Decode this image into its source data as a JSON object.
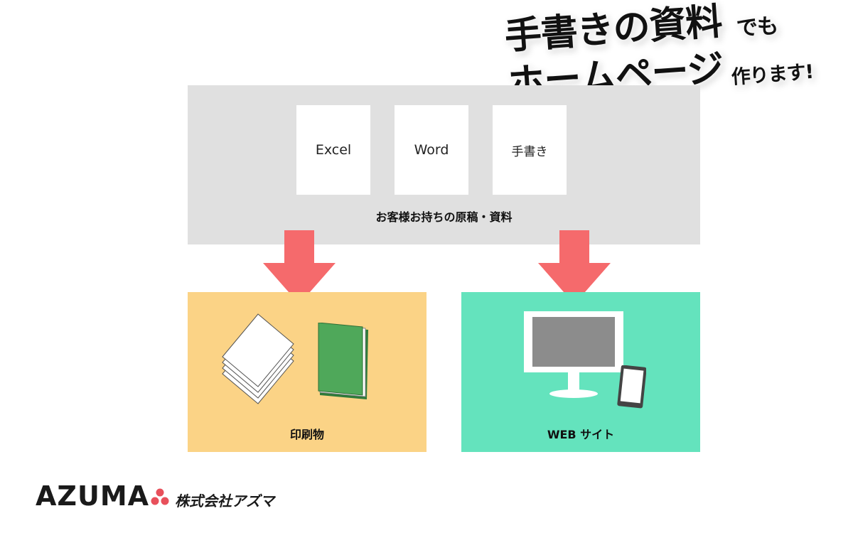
{
  "headline": {
    "line1_big": "手書きの資料",
    "line1_small": "でも",
    "line2_big": "ホームページ",
    "line2_small": "作ります!"
  },
  "source_panel": {
    "documents": [
      "Excel",
      "Word",
      "手書き"
    ],
    "caption": "お客様お持ちの原稿・資料"
  },
  "outputs": {
    "print_label": "印刷物",
    "web_label": "WEB サイト"
  },
  "footer": {
    "logo": "AZUMA",
    "company": "株式会社アズマ"
  },
  "colors": {
    "panel": "#e0e0e0",
    "arrow": "#f56a6c",
    "print_box": "#fbd386",
    "web_box": "#64e3bd",
    "book": "#4fa85a",
    "logo_icon": "#e8505b"
  }
}
